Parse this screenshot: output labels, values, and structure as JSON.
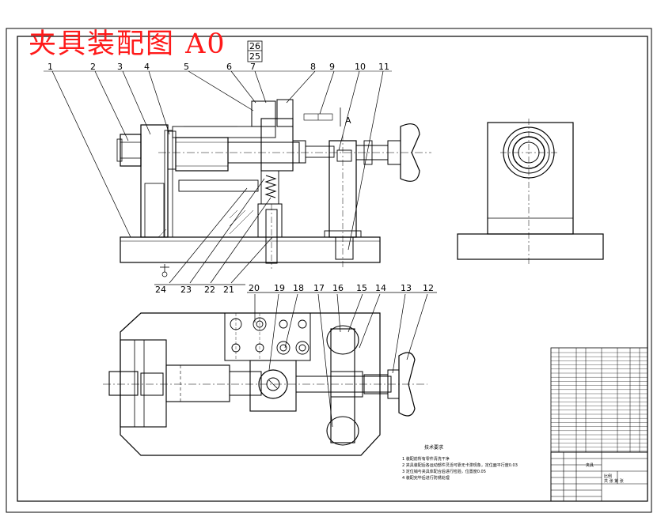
{
  "title": "夹具装配图  A0",
  "frame_marks": {
    "top": "26",
    "bottom": "25"
  },
  "part_numbers_top": [
    "1",
    "2",
    "3",
    "4",
    "5",
    "6",
    "7",
    "8",
    "9",
    "10",
    "11"
  ],
  "part_numbers_mid": [
    "24",
    "23",
    "22",
    "21"
  ],
  "part_numbers_bottom": [
    "20",
    "19",
    "18",
    "17",
    "16",
    "15",
    "14",
    "13",
    "12"
  ],
  "section_mark": "A",
  "tech_requirements": {
    "heading": "技术要求",
    "items": [
      "1  装配前所有零件清洗干净",
      "2  夹具装配后各运动部件灵活可靠无卡滞现象，定位面平行度0.03",
      "3  定位销与夹具体配合后进行检验，位置度0.05",
      "4  装配完毕后进行防锈处理"
    ]
  },
  "title_block": {
    "drawing_name": "夹具",
    "scale_label": "比例",
    "sheet_label": "共 张 第 张"
  },
  "colors": {
    "line": "#000000",
    "title": "#ff1a1a"
  }
}
